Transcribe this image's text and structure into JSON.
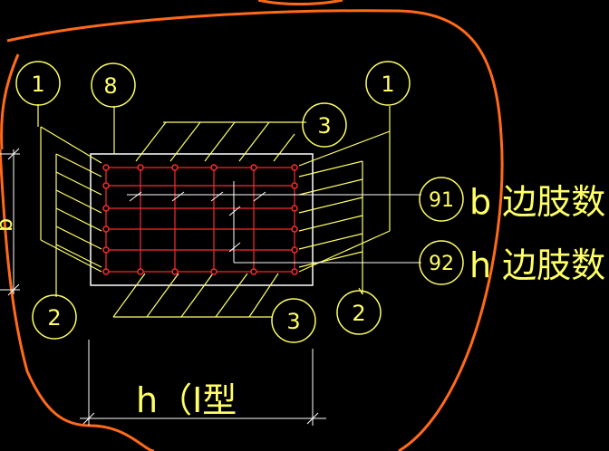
{
  "callouts": {
    "top_left": "1",
    "top_mid": "8",
    "top_right": "1",
    "bottom_left": "2",
    "bottom_right": "2",
    "upper_stirrup": "3",
    "lower_stirrup": "3",
    "b_side": "91",
    "h_side": "92"
  },
  "labels": {
    "b_side_text": "b 边肢数",
    "h_side_text": "h 边肢数",
    "dim_h_text": "h（I型",
    "dim_b_text": "b"
  },
  "colors": {
    "background": "#000000",
    "yellow": "#ffff66",
    "red": "#ff2a2a",
    "white": "#ffffff",
    "orange": "#ff6a1a"
  }
}
